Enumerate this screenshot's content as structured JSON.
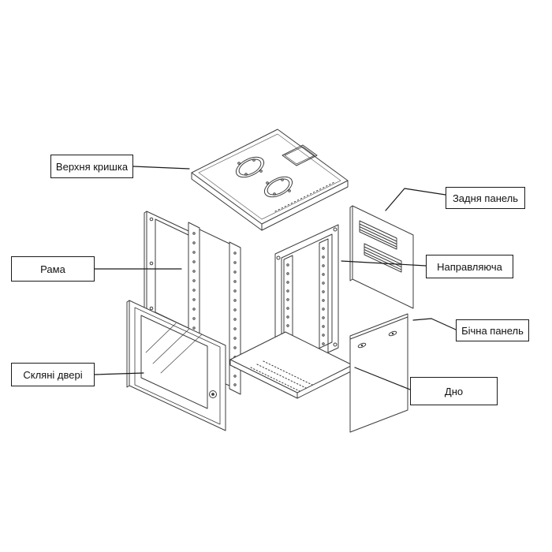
{
  "diagram": {
    "type": "exploded-view",
    "subject": "wall-mount rack cabinet",
    "labels": {
      "top_cover": "Верхня кришка",
      "back_panel": "Задня панель",
      "frame": "Рама",
      "rail": "Направляюча",
      "side_panel": "Бічна панель",
      "glass_door": "Скляні двері",
      "bottom": "Дно"
    },
    "colors": {
      "line": "#3c3c3c",
      "label_border": "#1a1a1a",
      "background": "#ffffff",
      "text": "#111111"
    }
  }
}
